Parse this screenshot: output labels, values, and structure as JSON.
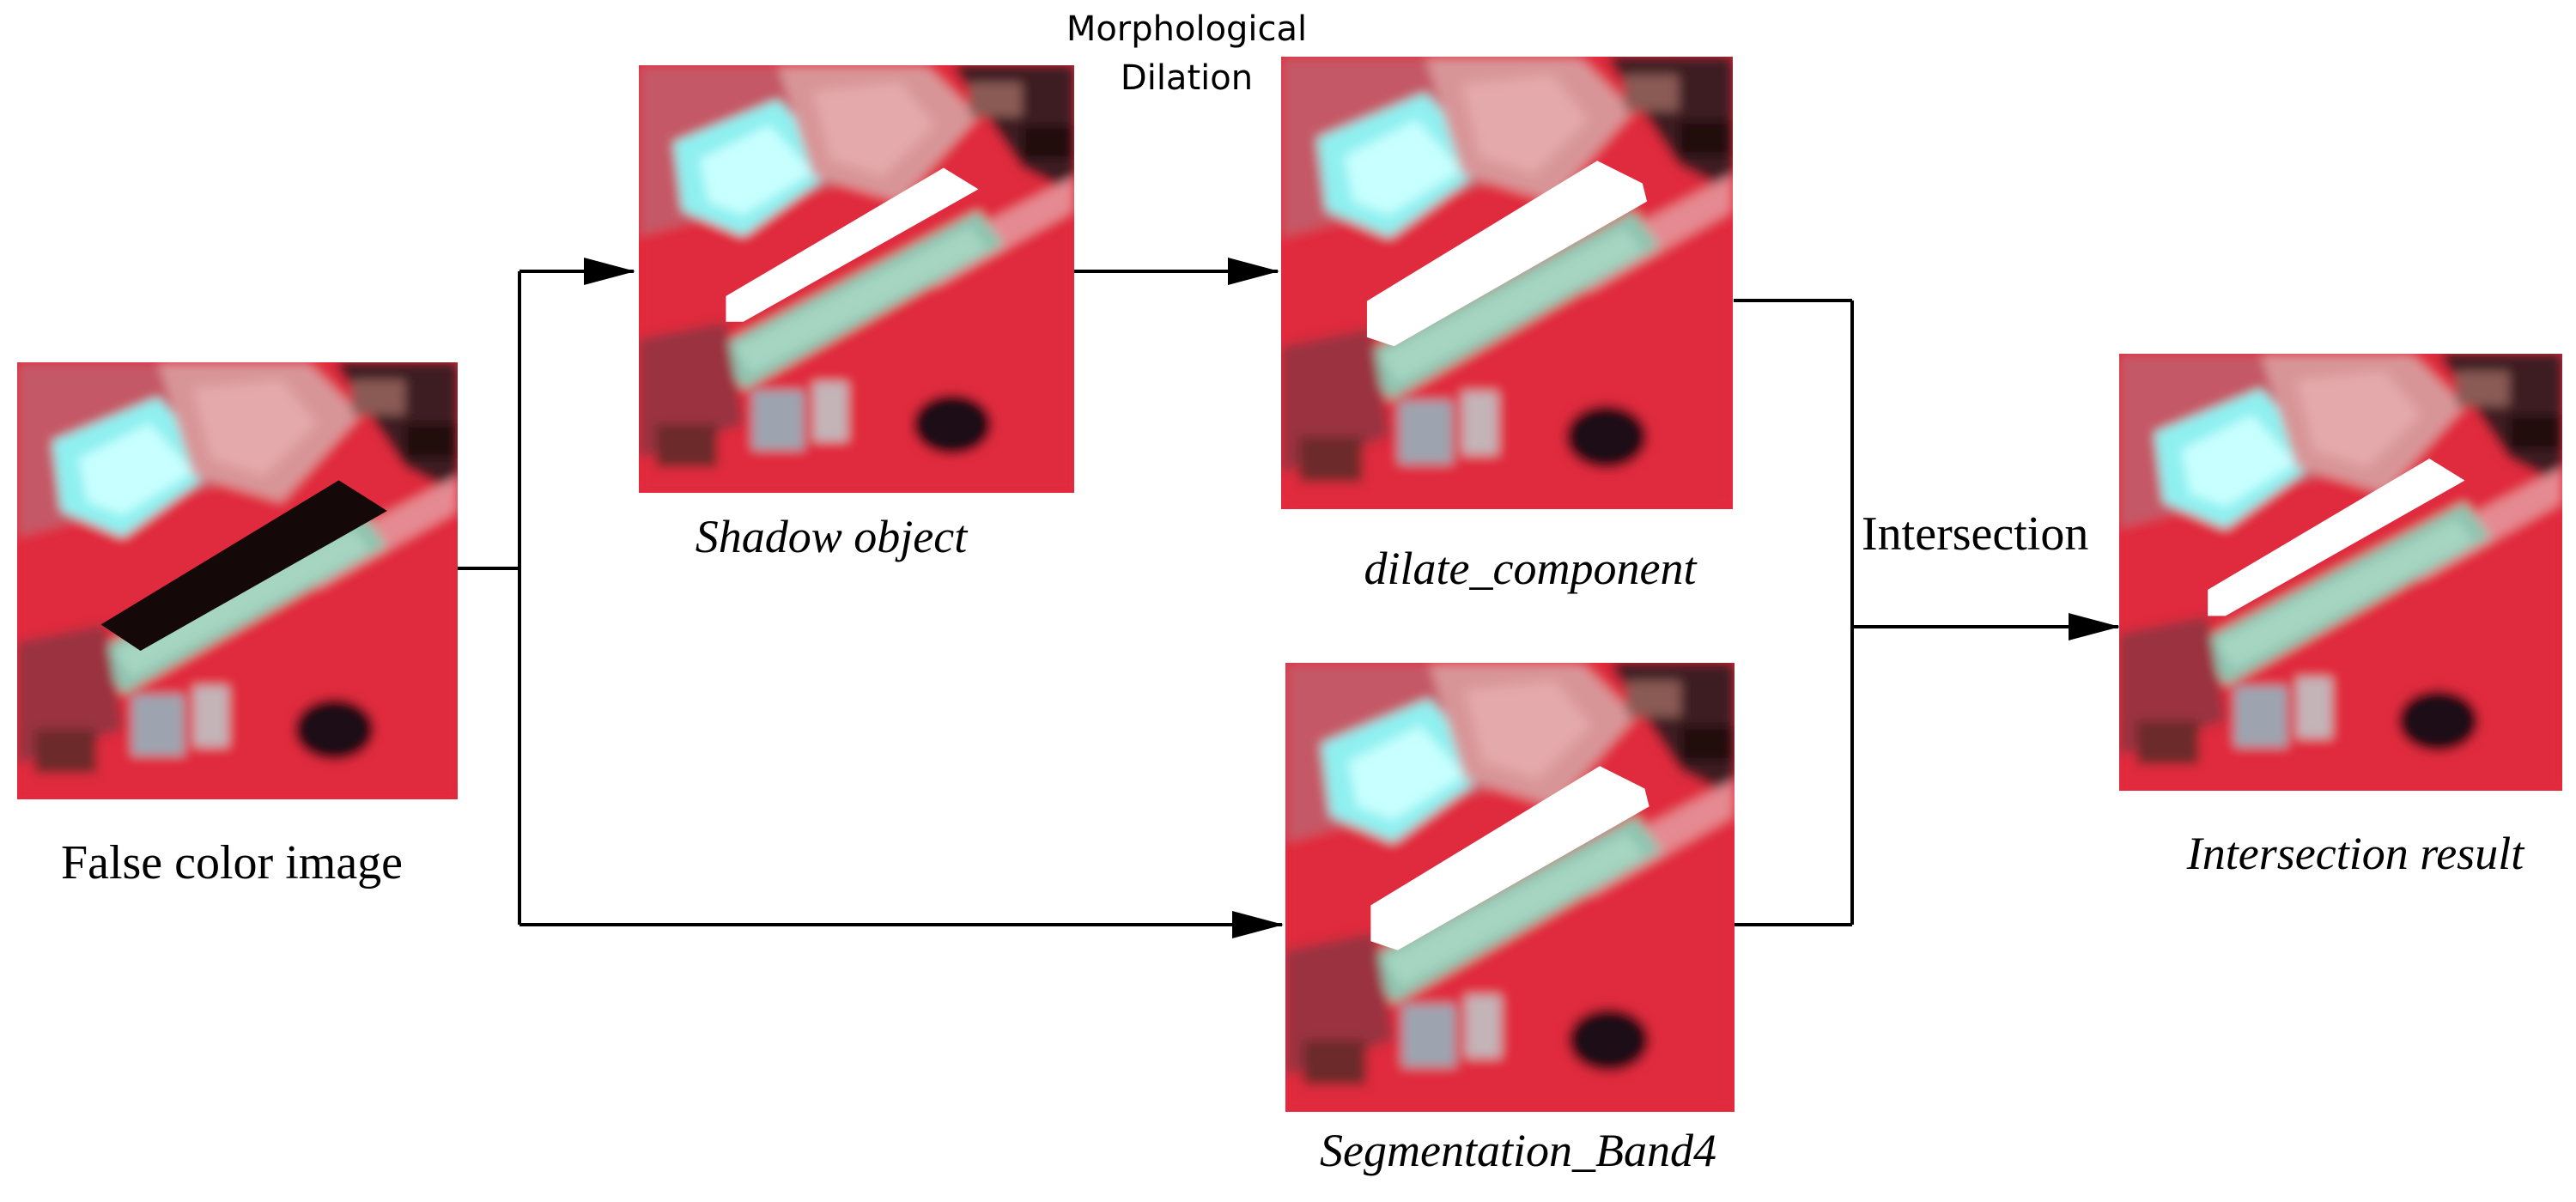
{
  "panels": {
    "false_color": {
      "caption": "False color image",
      "has_shadow_mask": false
    },
    "shadow_object": {
      "caption": "Shadow object",
      "has_shadow_mask": true
    },
    "dilate_component": {
      "caption": "dilate_component",
      "has_shadow_mask": true
    },
    "segmentation_band4": {
      "caption": "Segmentation_Band4",
      "has_shadow_mask": true
    },
    "intersection_result": {
      "caption": "Intersection result",
      "has_shadow_mask": true
    }
  },
  "operations": {
    "dilation_line1": "Morphological",
    "dilation_line2": "Dilation",
    "intersection": "Intersection"
  },
  "colors": {
    "vegetation_red": "#e8283c",
    "pool_cyan": "#8ff0f0",
    "shadow_black": "#150808",
    "mask_white": "#ffffff",
    "arrow": "#000000"
  }
}
